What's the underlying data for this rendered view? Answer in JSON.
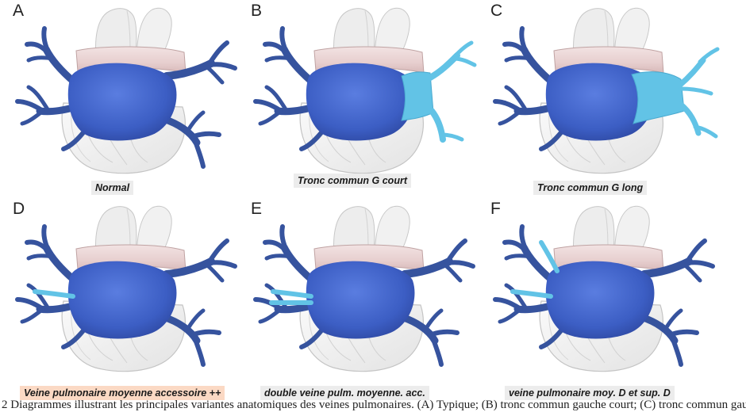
{
  "panels": [
    {
      "letter": "A",
      "caption": "Normal",
      "highlight": false
    },
    {
      "letter": "B",
      "caption": "Tronc commun G court",
      "highlight": false
    },
    {
      "letter": "C",
      "caption": "Tronc commun G long",
      "highlight": false
    },
    {
      "letter": "D",
      "caption": "Veine pulmonaire moyenne accessoire ++",
      "highlight": true
    },
    {
      "letter": "E",
      "caption": "double veine pulm. moyenne. acc.",
      "highlight": false
    },
    {
      "letter": "F",
      "caption": "veine pulmonaire moy. D et sup. D",
      "highlight": false
    }
  ],
  "footer": "2 Diagrammes illustrant les principales variantes anatomiques des veines pulmonaires. (A) Typique; (B) tronc commun gauche court; (C) tronc commun gauche long",
  "colors": {
    "atrium": "#3f62c6",
    "vein": "#36539e",
    "variant": "#62c3e6",
    "artery": "#e9d4d4",
    "heart": "#f2f2f2",
    "caption_bg": "#ececec",
    "caption_highlight": "#fbd9c4"
  }
}
